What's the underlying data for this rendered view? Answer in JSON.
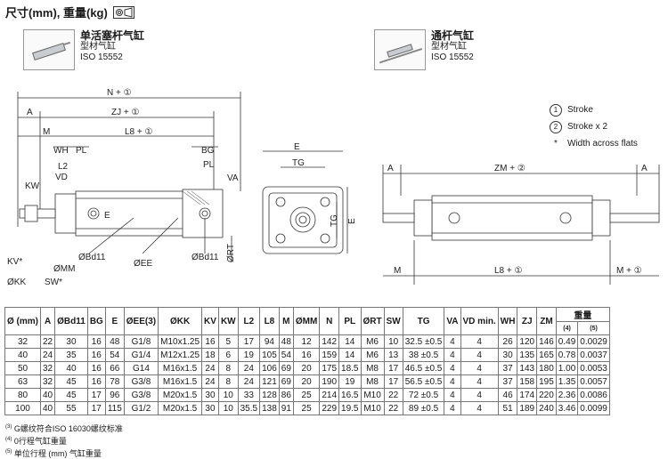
{
  "title": "尺寸(mm), 重量(kg)",
  "products": [
    {
      "name": "单活塞杆气缸",
      "line1": "型材气缸",
      "line2": "ISO 15552"
    },
    {
      "name": "通杆气缸",
      "line1": "型材气缸",
      "line2": "ISO 15552"
    }
  ],
  "legend": [
    {
      "symbol": "1",
      "text": "Stroke"
    },
    {
      "symbol": "2",
      "text": "Stroke x 2"
    },
    {
      "symbol": "*",
      "text": "Width across flats"
    }
  ],
  "dims": {
    "n_plus_1": "N + ①",
    "a": "A",
    "zj_plus_1": "ZJ + ①",
    "m": "M",
    "l8_plus_1": "L8 + ①",
    "wh": "WH",
    "pl": "PL",
    "bg": "BG",
    "l2": "L2",
    "vd": "VD",
    "kw": "KW",
    "va": "VA",
    "e": "E",
    "kv": "KV*",
    "omm": "ØMM",
    "okk": "ØKK",
    "sw": "SW*",
    "obd11": "ØBd11",
    "oee": "ØEE",
    "ort": "ØRT",
    "tg": "TG",
    "zm_plus_2": "ZM + ②",
    "m_plus_1": "M + ①"
  },
  "table": {
    "headers": [
      "Ø (mm)",
      "A",
      "ØBd11",
      "BG",
      "E",
      "ØEE(3)",
      "ØKK",
      "KV",
      "KW",
      "L2",
      "L8",
      "M",
      "ØMM",
      "N",
      "PL",
      "ØRT",
      "SW",
      "TG",
      "VA",
      "VD min.",
      "WH",
      "ZJ",
      "ZM"
    ],
    "weight_header": "重量",
    "weight_sub": [
      "(4)",
      "(5)"
    ],
    "rows": [
      [
        "32",
        "22",
        "30",
        "16",
        "48",
        "G1/8",
        "M10x1.25",
        "16",
        "5",
        "17",
        "94",
        "48",
        "12",
        "142",
        "14",
        "M6",
        "10",
        "32.5 ±0.5",
        "4",
        "4",
        "26",
        "120",
        "146",
        "0.49",
        "0.0029"
      ],
      [
        "40",
        "24",
        "35",
        "16",
        "54",
        "G1/4",
        "M12x1.25",
        "18",
        "6",
        "19",
        "105",
        "54",
        "16",
        "159",
        "14",
        "M6",
        "13",
        "38 ±0.5",
        "4",
        "4",
        "30",
        "135",
        "165",
        "0.78",
        "0.0037"
      ],
      [
        "50",
        "32",
        "40",
        "16",
        "66",
        "G14",
        "M16x1.5",
        "24",
        "8",
        "24",
        "106",
        "69",
        "20",
        "175",
        "18.5",
        "M8",
        "17",
        "46.5 ±0.5",
        "4",
        "4",
        "37",
        "143",
        "180",
        "1.00",
        "0.0053"
      ],
      [
        "63",
        "32",
        "45",
        "16",
        "78",
        "G3/8",
        "M16x1.5",
        "24",
        "8",
        "24",
        "121",
        "69",
        "20",
        "190",
        "19",
        "M8",
        "17",
        "56.5 ±0.5",
        "4",
        "4",
        "37",
        "158",
        "195",
        "1.35",
        "0.0057"
      ],
      [
        "80",
        "40",
        "45",
        "17",
        "96",
        "G3/8",
        "M20x1.5",
        "30",
        "10",
        "33",
        "128",
        "86",
        "25",
        "214",
        "16.5",
        "M10",
        "22",
        "72 ±0.5",
        "4",
        "4",
        "46",
        "174",
        "220",
        "2.36",
        "0.0086"
      ],
      [
        "100",
        "40",
        "55",
        "17",
        "115",
        "G1/2",
        "M20x1.5",
        "30",
        "10",
        "35.5",
        "138",
        "91",
        "25",
        "229",
        "19.5",
        "M10",
        "22",
        "89 ±0.5",
        "4",
        "4",
        "51",
        "189",
        "240",
        "3.46",
        "0.0099"
      ]
    ]
  },
  "notes": [
    {
      "mark": "(3)",
      "text": "G螺纹符合ISO 16030螺纹标准"
    },
    {
      "mark": "(4)",
      "text": "0行程气缸重量"
    },
    {
      "mark": "(5)",
      "text": "单位行程 (mm) 气缸重量"
    }
  ]
}
